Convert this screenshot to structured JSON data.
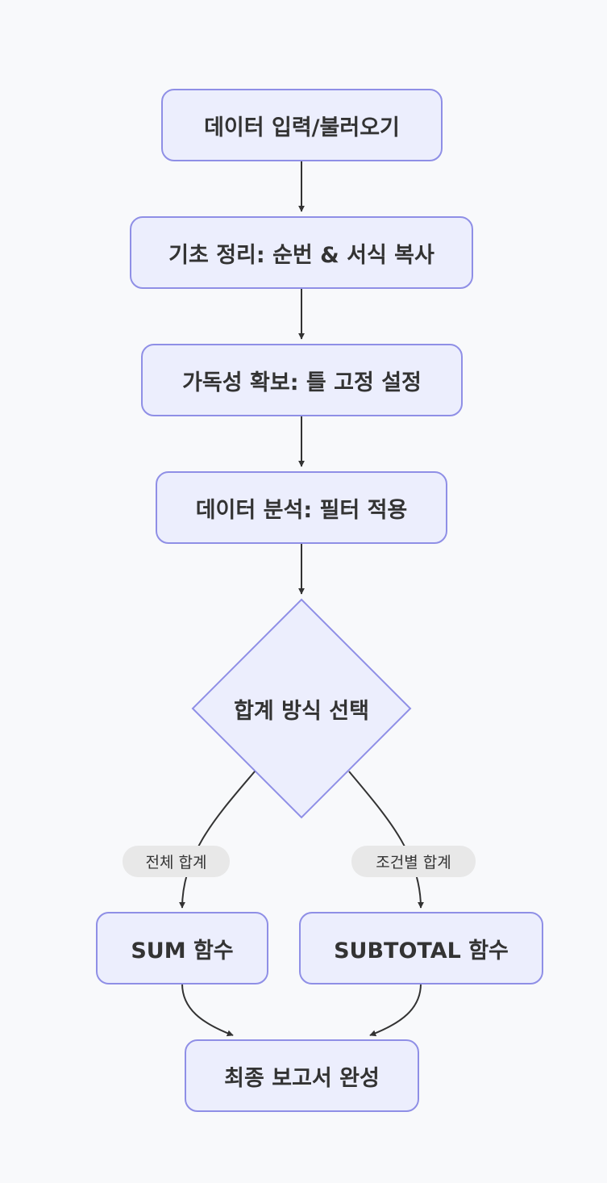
{
  "nodes": {
    "input": "데이터 입력/불러오기",
    "basic": "기초 정리: 순번 & 서식 복사",
    "readability": "가독성 확보: 틀 고정 설정",
    "analysis": "데이터 분석: 필터 적용",
    "decision": "합계 방식 선택",
    "sum": "SUM 함수",
    "subtotal": "SUBTOTAL 함수",
    "final": "최종 보고서 완성"
  },
  "edge_labels": {
    "total": "전체 합계",
    "conditional": "조건별 합계"
  },
  "colors": {
    "node_fill": "#eceefd",
    "node_border": "#8f8fe6",
    "edge": "#333333",
    "edge_label_bg": "#e8e8e8",
    "background": "#f8f9fb"
  }
}
